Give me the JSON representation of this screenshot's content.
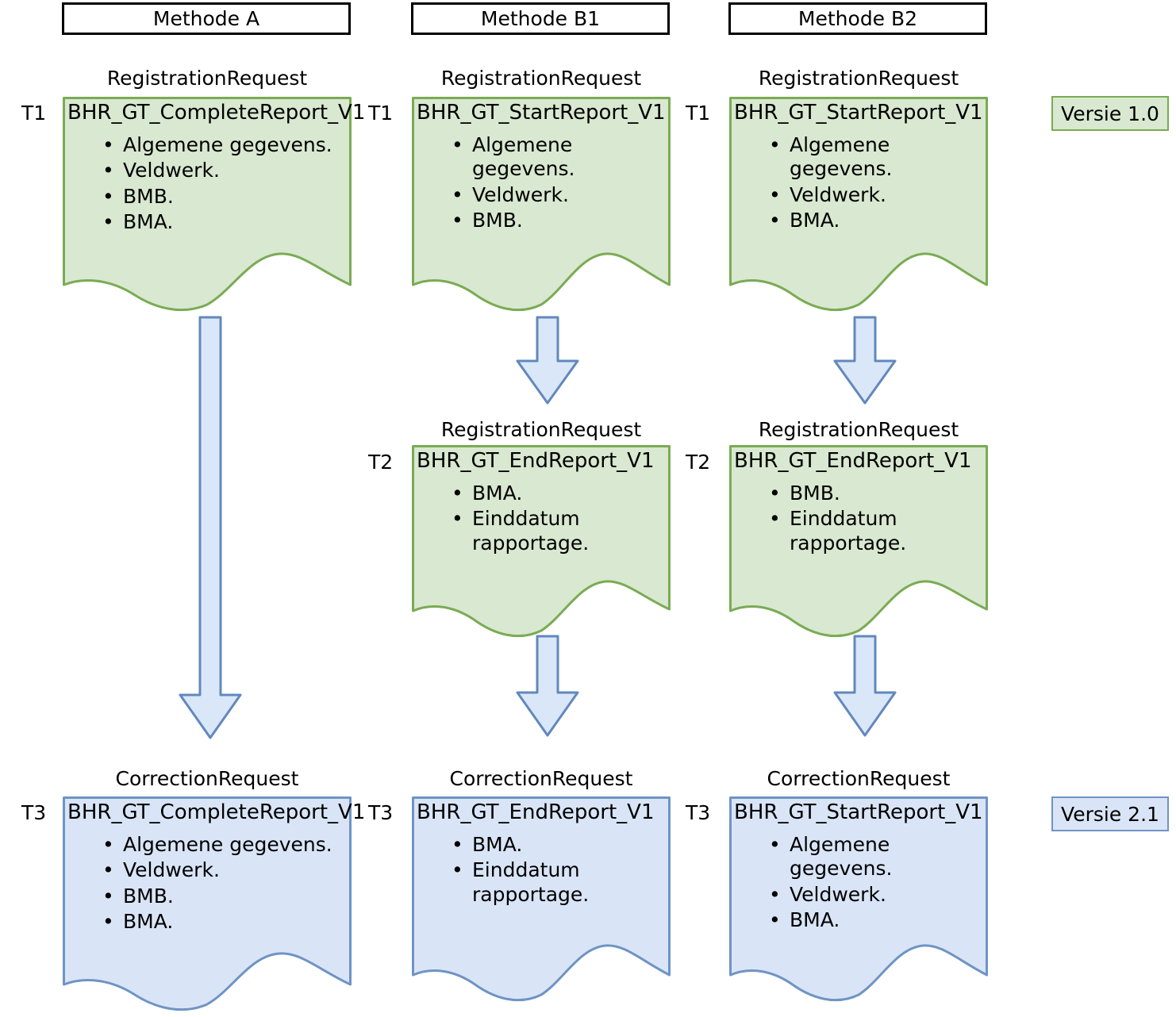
{
  "columns": [
    {
      "id": "a",
      "header": "Methode A"
    },
    {
      "id": "b1",
      "header": "Methode B1"
    },
    {
      "id": "b2",
      "header": "Methode B2"
    }
  ],
  "legend": [
    {
      "label": "Versie 1.0",
      "color": "#d9e8d0",
      "border": "#7aab54"
    },
    {
      "label": "Versie 2.1",
      "color": "#d9e5f7",
      "border": "#6f94c4"
    }
  ],
  "nodes": {
    "a_t1": {
      "time": "T1",
      "kind": "RegistrationRequest",
      "name": "BHR_GT_CompleteReport_V1",
      "items": [
        "Algemene gegevens.",
        "Veldwerk.",
        "BMB.",
        "BMA."
      ]
    },
    "a_t3": {
      "time": "T3",
      "kind": "CorrectionRequest",
      "name": "BHR_GT_CompleteReport_V1",
      "items": [
        "Algemene gegevens.",
        "Veldwerk.",
        "BMB.",
        "BMA."
      ]
    },
    "b1_t1": {
      "time": "T1",
      "kind": "RegistrationRequest",
      "name": "BHR_GT_StartReport_V1",
      "items": [
        "Algemene gegevens.",
        "Veldwerk.",
        "BMB."
      ]
    },
    "b1_t2": {
      "time": "T2",
      "kind": "RegistrationRequest",
      "name": "BHR_GT_EndReport_V1",
      "items": [
        "BMA.",
        "Einddatum rapportage."
      ]
    },
    "b1_t3": {
      "time": "T3",
      "kind": "CorrectionRequest",
      "name": "BHR_GT_EndReport_V1",
      "items": [
        "BMA.",
        "Einddatum rapportage."
      ]
    },
    "b2_t1": {
      "time": "T1",
      "kind": "RegistrationRequest",
      "name": "BHR_GT_StartReport_V1",
      "items": [
        "Algemene gegevens.",
        "Veldwerk.",
        "BMA."
      ]
    },
    "b2_t2": {
      "time": "T2",
      "kind": "RegistrationRequest",
      "name": "BHR_GT_EndReport_V1",
      "items": [
        "BMB.",
        "Einddatum rapportage."
      ]
    },
    "b2_t3": {
      "time": "T3",
      "kind": "CorrectionRequest",
      "name": "BHR_GT_StartReport_V1",
      "items": [
        "Algemene gegevens.",
        "Veldwerk.",
        "BMA."
      ]
    }
  },
  "colors": {
    "green_fill": "#d9e8d0",
    "green_stroke": "#7aab54",
    "blue_fill": "#d9e5f7",
    "blue_stroke": "#6f94c4",
    "arrow_fill": "#dae7f8",
    "arrow_stroke": "#6288bd",
    "header_border": "#000000",
    "text": "#000000"
  }
}
